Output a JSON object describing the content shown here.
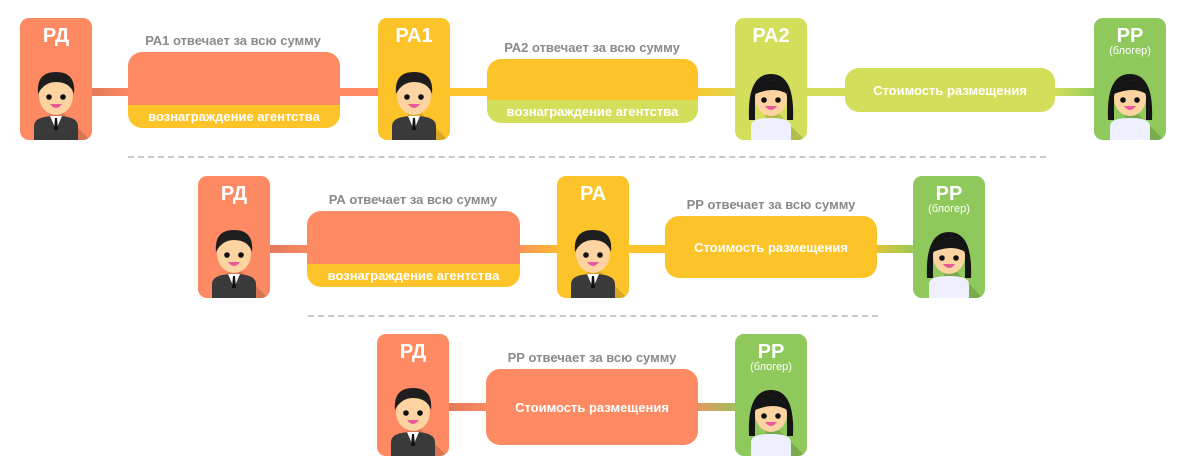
{
  "rows": [
    {
      "nodes": [
        {
          "title": "РД"
        },
        {
          "title": "РА1"
        },
        {
          "title": "РА2"
        },
        {
          "title": "РР",
          "subtitle": "(блогер)"
        }
      ],
      "links": [
        {
          "caption": "РА1 отвечает за всю сумму",
          "strip": "вознаграждение агентства"
        },
        {
          "caption": "РА2 отвечает за всю сумму",
          "strip": "вознаграждение агентства"
        },
        {
          "main": "Стоимость размещения"
        }
      ]
    },
    {
      "nodes": [
        {
          "title": "РД"
        },
        {
          "title": "РА"
        },
        {
          "title": "РР",
          "subtitle": "(блогер)"
        }
      ],
      "links": [
        {
          "caption": "РА отвечает за всю сумму",
          "strip": "вознаграждение агентства"
        },
        {
          "caption": "РР отвечает за всю сумму",
          "main": "Стоимость размещения"
        }
      ]
    },
    {
      "nodes": [
        {
          "title": "РД"
        },
        {
          "title": "РР",
          "subtitle": "(блогер)"
        }
      ],
      "links": [
        {
          "caption": "РР отвечает за всю сумму",
          "main": "Стоимость размещения"
        }
      ]
    }
  ],
  "colors": {
    "client": "#fd8a62",
    "agency1": "#fdc42a",
    "agency2": "#d3de5a",
    "blogger": "#8fc95c"
  }
}
